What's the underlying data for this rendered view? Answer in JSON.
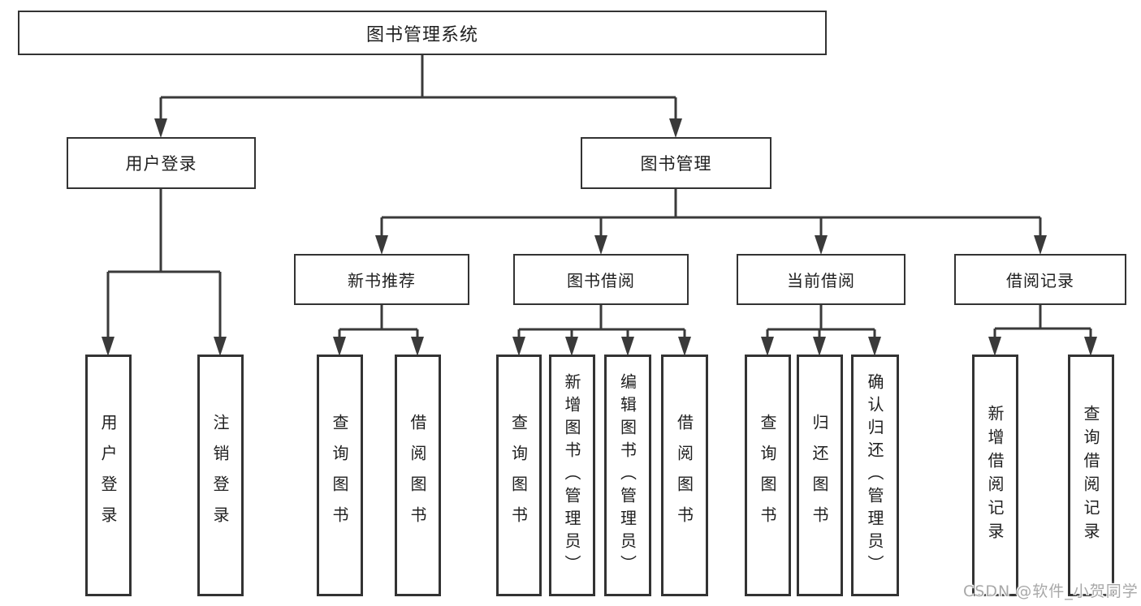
{
  "colors": {
    "line": "#3a3a3a",
    "box_border": "#333333",
    "text": "#1f1f1f",
    "watermark": "#a8a8a8",
    "background": "#ffffff"
  },
  "tree": {
    "root": {
      "label": "图书管理系统",
      "children": [
        {
          "label": "用户登录",
          "children": [
            {
              "label": "用户登录"
            },
            {
              "label": "注销登录"
            }
          ]
        },
        {
          "label": "图书管理",
          "children": [
            {
              "label": "新书推荐",
              "children": [
                {
                  "label": "查询图书"
                },
                {
                  "label": "借阅图书"
                }
              ]
            },
            {
              "label": "图书借阅",
              "children": [
                {
                  "label": "查询图书"
                },
                {
                  "label": "新增图书（管理员）"
                },
                {
                  "label": "编辑图书（管理员）"
                },
                {
                  "label": "借阅图书"
                }
              ]
            },
            {
              "label": "当前借阅",
              "children": [
                {
                  "label": "查询图书"
                },
                {
                  "label": "归还图书"
                },
                {
                  "label": "确认归还（管理员）"
                }
              ]
            },
            {
              "label": "借阅记录",
              "children": [
                {
                  "label": "新增借阅记录"
                },
                {
                  "label": "查询借阅记录"
                }
              ]
            }
          ]
        }
      ]
    }
  },
  "watermark": {
    "text": "CSDN @软件_小贺同学"
  }
}
